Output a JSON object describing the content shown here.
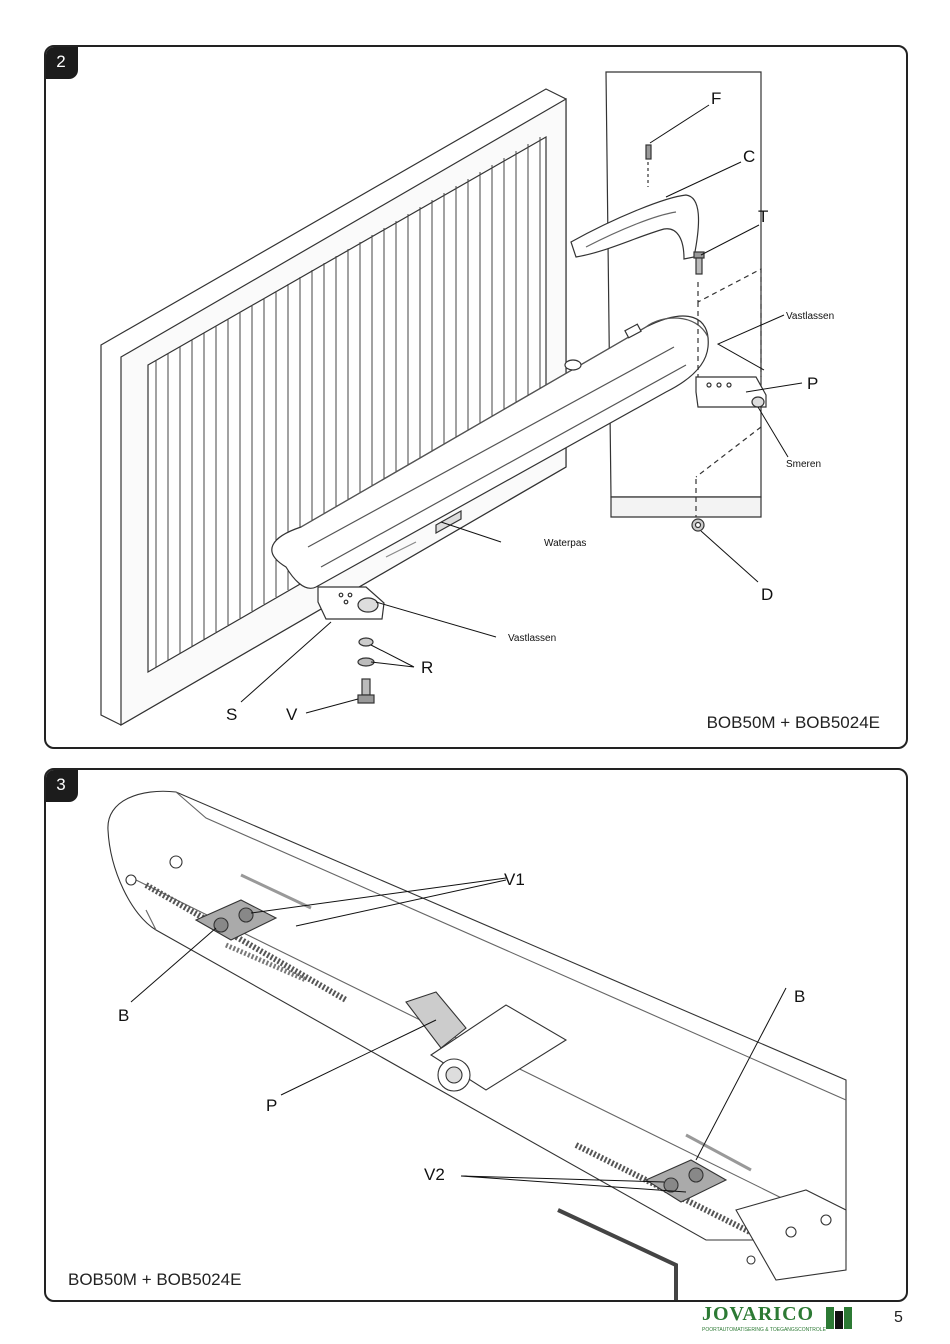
{
  "figure2": {
    "number": "2",
    "model": "BOB50M + BOB5024E",
    "labels": {
      "F": "F",
      "C": "C",
      "T": "T",
      "P": "P",
      "D": "D",
      "R": "R",
      "S": "S",
      "V": "V",
      "vastlassen_top": "Vastlassen",
      "smeren": "Smeren",
      "waterpas": "Waterpas",
      "vastlassen_bottom": "Vastlassen"
    }
  },
  "figure3": {
    "number": "3",
    "model": "BOB50M + BOB5024E",
    "labels": {
      "V1": "V1",
      "B_left": "B",
      "B_right": "B",
      "P": "P",
      "V2": "V2"
    }
  },
  "footer": {
    "brand": "JOVARICO",
    "tagline": "POORTAUTOMATISERING & TOEGANGSCONTROLE",
    "page_number": "5"
  },
  "colors": {
    "brand": "#2c7a34",
    "line": "#333333"
  }
}
